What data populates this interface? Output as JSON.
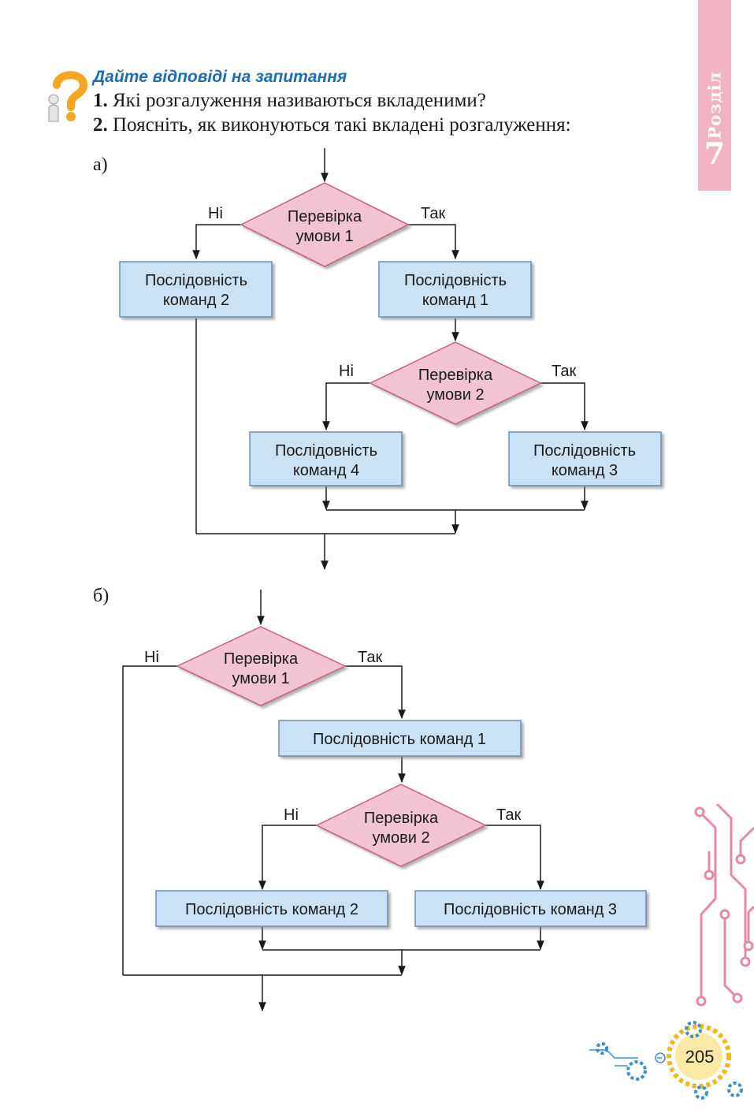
{
  "section_tab": {
    "word": "Розділ",
    "number": "7"
  },
  "heading": "Дайте відповіді на запитання",
  "questions": [
    {
      "num": "1.",
      "text": "Які розгалуження називаються вкладеними?"
    },
    {
      "num": "2.",
      "text": "Поясніть, як виконуються такі вкладені розгалуження:"
    }
  ],
  "diagram_a": {
    "label": "а)",
    "cond1": [
      "Перевірка",
      "умови 1"
    ],
    "no1": "Ні",
    "yes1": "Так",
    "seq2": [
      "Послідовність",
      "команд 2"
    ],
    "seq1": [
      "Послідовність",
      "команд 1"
    ],
    "cond2": [
      "Перевірка",
      "умови 2"
    ],
    "no2": "Ні",
    "yes2": "Так",
    "seq4": [
      "Послідовність",
      "команд 4"
    ],
    "seq3": [
      "Послідовність",
      "команд 3"
    ]
  },
  "diagram_b": {
    "label": "б)",
    "cond1": [
      "Перевірка",
      "умови 1"
    ],
    "no1": "Ні",
    "yes1": "Так",
    "seq1": "Послідовність команд 1",
    "cond2": [
      "Перевірка",
      "умови 2"
    ],
    "no2": "Ні",
    "yes2": "Так",
    "seq2": "Послідовність команд 2",
    "seq3": "Послідовність команд 3"
  },
  "page_number": "205",
  "colors": {
    "heading": "#1c6db4",
    "tab": "#f2b4c4",
    "diamond_fill": "#f2c4d2",
    "diamond_stroke": "#c9607e",
    "box_fill": "#c9e2f6",
    "box_stroke": "#6d8fb5",
    "circuit": "#e48aa6",
    "gear": "#3a8fcf",
    "gear_gold": "#f0b81c"
  }
}
